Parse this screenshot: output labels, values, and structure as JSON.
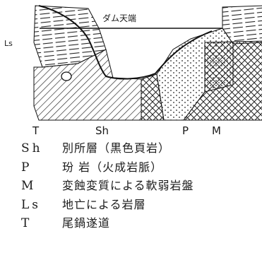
{
  "diagram": {
    "crest_label": "ダム天端",
    "labels": {
      "ls": "Ls",
      "t": "T",
      "sh": "Sh",
      "p": "P",
      "m": "M"
    }
  },
  "legend": [
    {
      "code": "Sh",
      "desc": "別所層（黒色頁岩）"
    },
    {
      "code": "P",
      "desc": "玢 岩（火成岩脈）"
    },
    {
      "code": "M",
      "desc": "変蝕変質による軟弱岩盤"
    },
    {
      "code": "Ls",
      "desc": "地亡による岩層"
    },
    {
      "code": "T",
      "desc": "尾鍋遂道"
    }
  ]
}
